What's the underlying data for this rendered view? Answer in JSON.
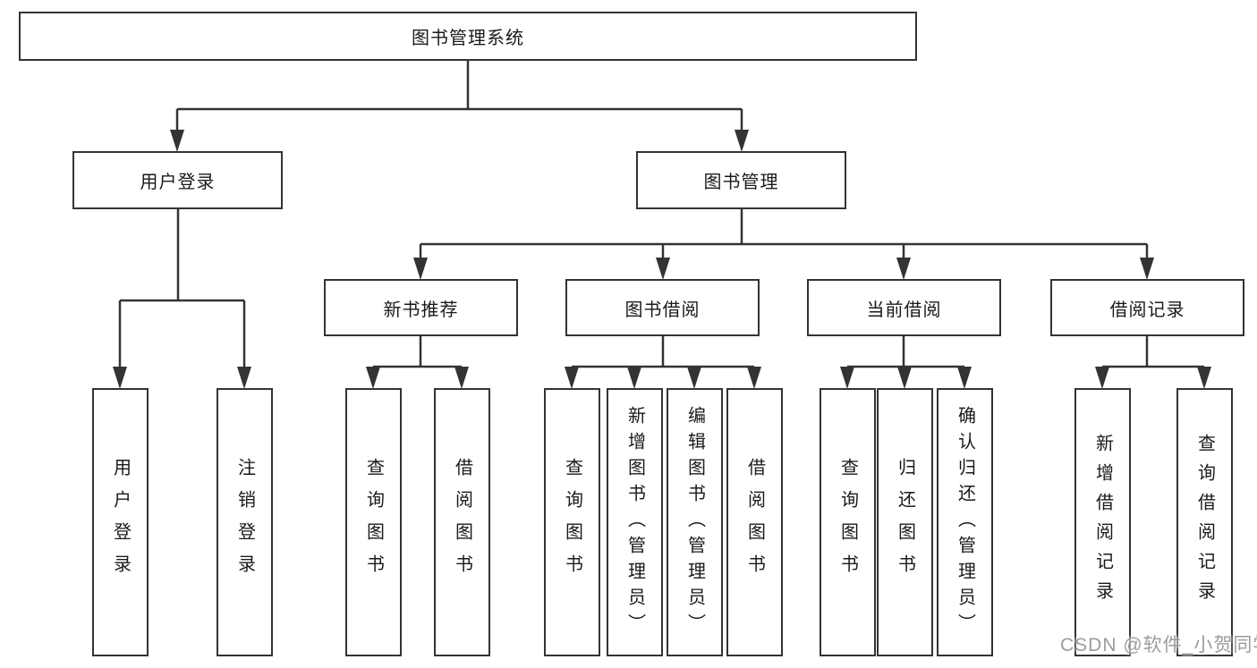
{
  "diagram": {
    "tree": {
      "root": {
        "label": "图书管理系统"
      },
      "children": [
        {
          "label": "用户登录",
          "children": [
            {
              "label": "用户登录"
            },
            {
              "label": "注销登录"
            }
          ]
        },
        {
          "label": "图书管理",
          "children": [
            {
              "label": "新书推荐",
              "children": [
                {
                  "label": "查询图书"
                },
                {
                  "label": "借阅图书"
                }
              ]
            },
            {
              "label": "图书借阅",
              "children": [
                {
                  "label": "查询图书"
                },
                {
                  "label": "新增图书（管理员）"
                },
                {
                  "label": "编辑图书（管理员）"
                },
                {
                  "label": "借阅图书"
                }
              ]
            },
            {
              "label": "当前借阅",
              "children": [
                {
                  "label": "查询图书"
                },
                {
                  "label": "归还图书"
                },
                {
                  "label": "确认归还（管理员）"
                }
              ]
            },
            {
              "label": "借阅记录",
              "children": [
                {
                  "label": "新增借阅记录"
                },
                {
                  "label": "查询借阅记录"
                }
              ]
            }
          ]
        }
      ]
    },
    "colors": {
      "line": "#333333",
      "box_border": "#333333",
      "box_fill": "#ffffff",
      "text": "#1a1a1a",
      "watermark": "#919191"
    }
  },
  "watermark": {
    "text": "CSDN @软件_小贺同学"
  }
}
